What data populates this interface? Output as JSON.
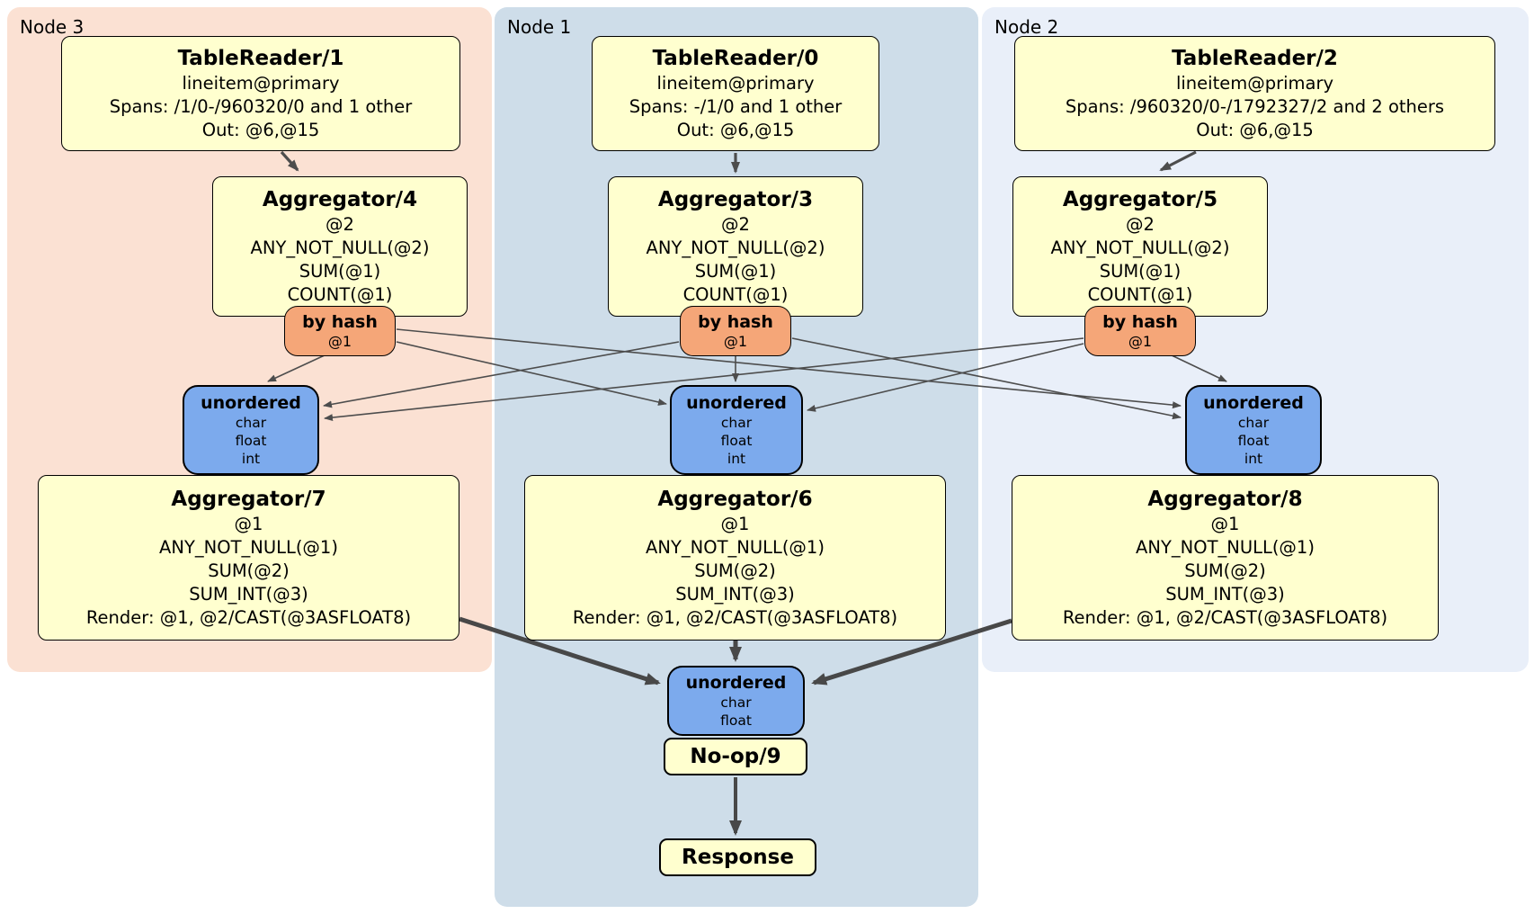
{
  "diagram": "DistSQL physical plan",
  "colors": {
    "processor_fill": "#ffffcf",
    "hash_router_fill": "#f5a678",
    "sync_fill": "#7caaed",
    "node1_bg": "#cedde9",
    "node2_bg": "#e9eff9",
    "node3_bg": "#fbe1d3",
    "edge": "#4d4d4d"
  },
  "nodes": {
    "node3": {
      "label": "Node 3",
      "table_reader": {
        "title": "TableReader/1",
        "lines": [
          "lineitem@primary",
          "Spans: /1/0-/960320/0 and 1 other",
          "Out: @6,@15"
        ]
      },
      "aggregator_top": {
        "title": "Aggregator/4",
        "lines": [
          "@2",
          "ANY_NOT_NULL(@2)",
          "SUM(@1)",
          "COUNT(@1)"
        ]
      },
      "hash_router": {
        "title": "by hash",
        "key": "@1"
      },
      "sync_mid": {
        "title": "unordered",
        "streams": [
          "char",
          "float",
          "int"
        ]
      },
      "aggregator_final": {
        "title": "Aggregator/7",
        "lines": [
          "@1",
          "ANY_NOT_NULL(@1)",
          "SUM(@2)",
          "SUM_INT(@3)",
          "Render: @1, @2/CAST(@3ASFLOAT8)"
        ]
      }
    },
    "node1": {
      "label": "Node 1",
      "table_reader": {
        "title": "TableReader/0",
        "lines": [
          "lineitem@primary",
          "Spans: -/1/0 and 1 other",
          "Out: @6,@15"
        ]
      },
      "aggregator_top": {
        "title": "Aggregator/3",
        "lines": [
          "@2",
          "ANY_NOT_NULL(@2)",
          "SUM(@1)",
          "COUNT(@1)"
        ]
      },
      "hash_router": {
        "title": "by hash",
        "key": "@1"
      },
      "sync_mid": {
        "title": "unordered",
        "streams": [
          "char",
          "float",
          "int"
        ]
      },
      "aggregator_final": {
        "title": "Aggregator/6",
        "lines": [
          "@1",
          "ANY_NOT_NULL(@1)",
          "SUM(@2)",
          "SUM_INT(@3)",
          "Render: @1, @2/CAST(@3ASFLOAT8)"
        ]
      },
      "sync_final": {
        "title": "unordered",
        "streams": [
          "char",
          "float"
        ]
      },
      "noop": {
        "title": "No-op/9"
      },
      "response": {
        "title": "Response"
      }
    },
    "node2": {
      "label": "Node 2",
      "table_reader": {
        "title": "TableReader/2",
        "lines": [
          "lineitem@primary",
          "Spans: /960320/0-/1792327/2 and 2 others",
          "Out: @6,@15"
        ]
      },
      "aggregator_top": {
        "title": "Aggregator/5",
        "lines": [
          "@2",
          "ANY_NOT_NULL(@2)",
          "SUM(@1)",
          "COUNT(@1)"
        ]
      },
      "hash_router": {
        "title": "by hash",
        "key": "@1"
      },
      "sync_mid": {
        "title": "unordered",
        "streams": [
          "char",
          "float",
          "int"
        ]
      },
      "aggregator_final": {
        "title": "Aggregator/8",
        "lines": [
          "@1",
          "ANY_NOT_NULL(@1)",
          "SUM(@2)",
          "SUM_INT(@3)",
          "Render: @1, @2/CAST(@3ASFLOAT8)"
        ]
      }
    }
  }
}
